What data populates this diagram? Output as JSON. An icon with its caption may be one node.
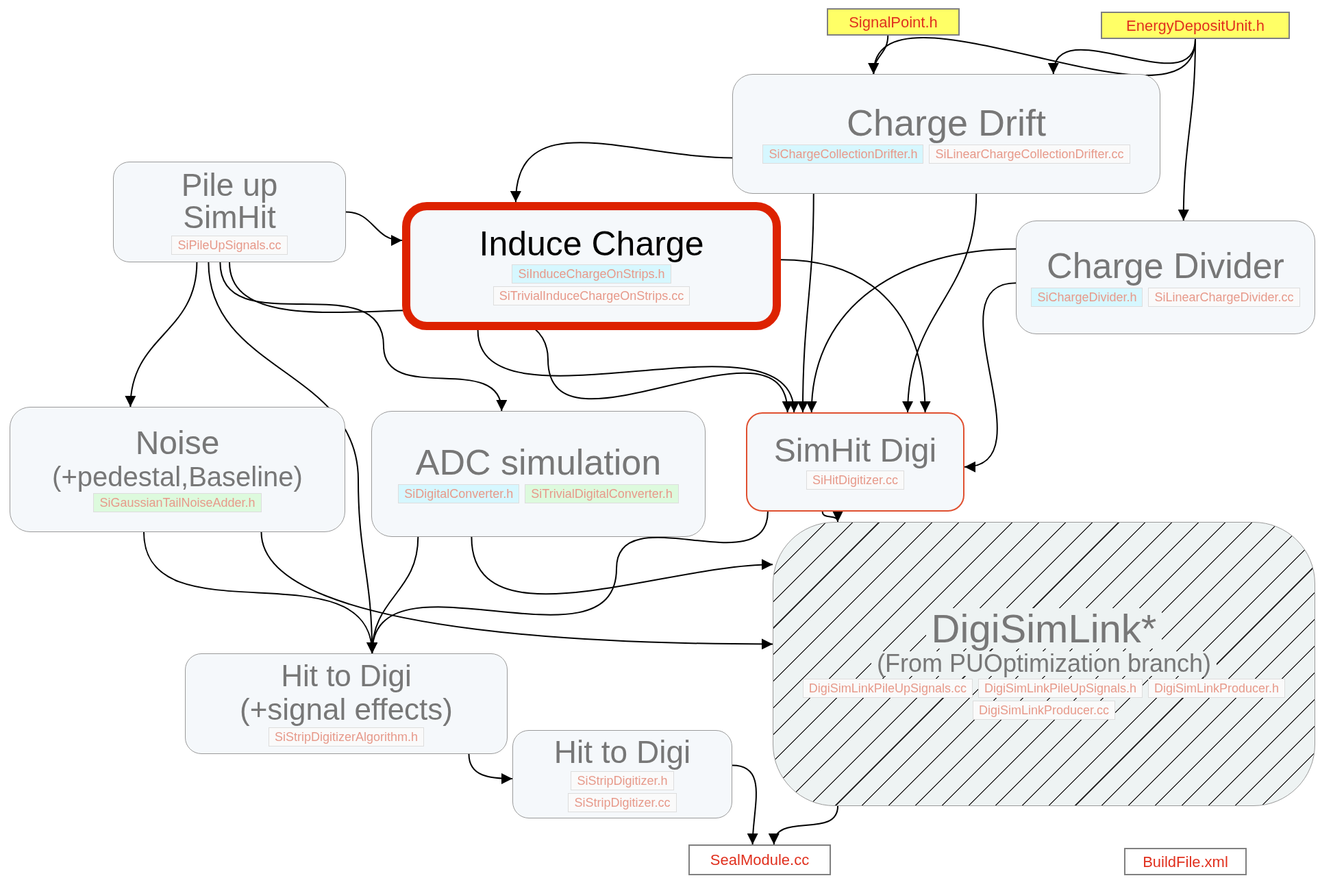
{
  "diagram": {
    "nodes": [
      {
        "text": [
          "SignalPoint.h"
        ]
      },
      {
        "text": [
          "EnergyDepositUnit.h"
        ]
      },
      {
        "text": [
          "Charge Drift"
        ]
      },
      {
        "text": [
          "SiChargeCollectionDrifter.h"
        ],
        "in": 2
      },
      {
        "text": [
          "SiLinearChargeCollectionDrifter.cc"
        ],
        "in": 2
      },
      {
        "text": [
          "Pile up SimHit"
        ]
      },
      {
        "text": [
          "SiPileUpSignals.cc"
        ],
        "in": 5
      },
      {
        "text": [
          "Induce Charge"
        ]
      },
      {
        "text": [
          "SiInduceChargeOnStrips.h"
        ],
        "in": 7
      },
      {
        "text": [
          "SiTrivialInduceChargeOnStrips.cc"
        ],
        "in": 7
      },
      {
        "text": [
          "Charge Divider"
        ]
      },
      {
        "text": [
          "SiChargeDivider.h"
        ],
        "in": 10
      },
      {
        "text": [
          "SiLinearChargeDivider.cc"
        ],
        "in": 10
      },
      {
        "text": [
          "Noise",
          "(+pedestal,Baseline)"
        ]
      },
      {
        "text": [
          "SiGaussianTailNoiseAdder.h"
        ],
        "in": 13
      },
      {
        "text": [
          "ADC simulation"
        ]
      },
      {
        "text": [
          "SiDigitalConverter.h"
        ],
        "in": 15
      },
      {
        "text": [
          "SiTrivialDigitalConverter.h"
        ],
        "in": 15
      },
      {
        "text": [
          "SimHit Digi"
        ]
      },
      {
        "text": [
          "SiHitDigitizer.cc"
        ],
        "in": 18
      },
      {
        "text": [
          "DigiSimLink*",
          "(From PUOptimization branch)"
        ]
      },
      {
        "text": [
          "DigiSimLinkPileUpSignals.cc"
        ],
        "in": 20
      },
      {
        "text": [
          "DigiSimLinkPileUpSignals.h"
        ],
        "in": 20
      },
      {
        "text": [
          "DigiSimLinkProducer.h"
        ],
        "in": 20
      },
      {
        "text": [
          "DigiSimLinkProducer.cc"
        ],
        "in": 20
      },
      {
        "text": [
          "Hit to Digi",
          "(+signal effects)"
        ]
      },
      {
        "text": [
          "SiStripDigitizerAlgorithm.h"
        ],
        "in": 25
      },
      {
        "text": [
          "Hit to Digi"
        ]
      },
      {
        "text": [
          "SiStripDigitizer.h"
        ],
        "in": 27
      },
      {
        "text": [
          "SiStripDigitizer.cc"
        ],
        "in": 27
      },
      {
        "text": [
          "SealModule.cc"
        ]
      },
      {
        "text": [
          "BuildFile.xml"
        ]
      }
    ],
    "edges": [
      {
        "from": 0,
        "to": 2,
        "arrow": "to"
      },
      {
        "from": 1,
        "to": 2,
        "arrow": "to"
      },
      {
        "from": 1,
        "to": 2,
        "arrow": "to"
      },
      {
        "from": 1,
        "to": 10,
        "arrow": "to"
      },
      {
        "from": 5,
        "to": 7,
        "arrow": "to"
      },
      {
        "from": 2,
        "to": 7,
        "arrow": "to"
      },
      {
        "from": 5,
        "to": 13,
        "arrow": "to"
      },
      {
        "from": 5,
        "to": 15,
        "arrow": "to"
      },
      {
        "from": 5,
        "to": 25,
        "arrow": "to"
      },
      {
        "from": 5,
        "to": 18,
        "arrow": "to"
      },
      {
        "from": 7,
        "to": 18,
        "arrow": "to"
      },
      {
        "from": 7,
        "to": 18,
        "arrow": "to"
      },
      {
        "from": 2,
        "to": 18,
        "arrow": "to"
      },
      {
        "from": 2,
        "to": 18,
        "arrow": "to"
      },
      {
        "from": 10,
        "to": 18,
        "arrow": "to"
      },
      {
        "from": 10,
        "to": 18,
        "arrow": "to"
      },
      {
        "from": 13,
        "to": 25,
        "arrow": "to"
      },
      {
        "from": 13,
        "to": 20,
        "arrow": "to"
      },
      {
        "from": 15,
        "to": 25,
        "arrow": "to"
      },
      {
        "from": 15,
        "to": 20,
        "arrow": "to"
      },
      {
        "from": 18,
        "to": 25,
        "arrow": "to"
      },
      {
        "from": 18,
        "to": 20,
        "arrow": "to"
      },
      {
        "from": 25,
        "to": 27,
        "arrow": "to"
      },
      {
        "from": 27,
        "to": 30,
        "arrow": "to"
      },
      {
        "from": 20,
        "to": 30,
        "arrow": "to"
      }
    ]
  }
}
